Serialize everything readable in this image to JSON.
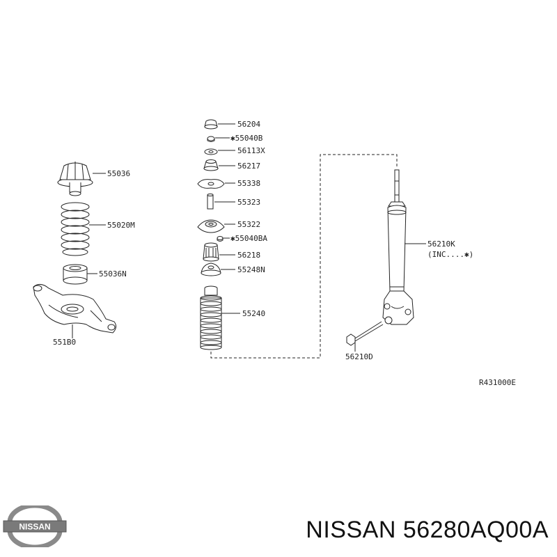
{
  "labels": {
    "p56204": "56204",
    "p55040B": "✱55040B",
    "p56113X": "56113X",
    "p56217": "56217",
    "p55338": "55338",
    "p55323": "55323",
    "p55322": "55322",
    "p55040BA": "✱55040BA",
    "p56218": "56218",
    "p55248N": "55248N",
    "p55240": "55240",
    "p55036": "55036",
    "p55020M": "55020M",
    "p55036N": "55036N",
    "p551B0": "551B0",
    "p56210K": "56210K",
    "p56210K_inc": "(INC....✱)",
    "p56210D": "56210D",
    "ref": "R431000E"
  },
  "brand": {
    "logo_text": "NISSAN"
  },
  "footer": {
    "title": "NISSAN 56280AQ00A"
  },
  "colors": {
    "line": "#222222",
    "text": "#111111",
    "background": "#ffffff"
  }
}
